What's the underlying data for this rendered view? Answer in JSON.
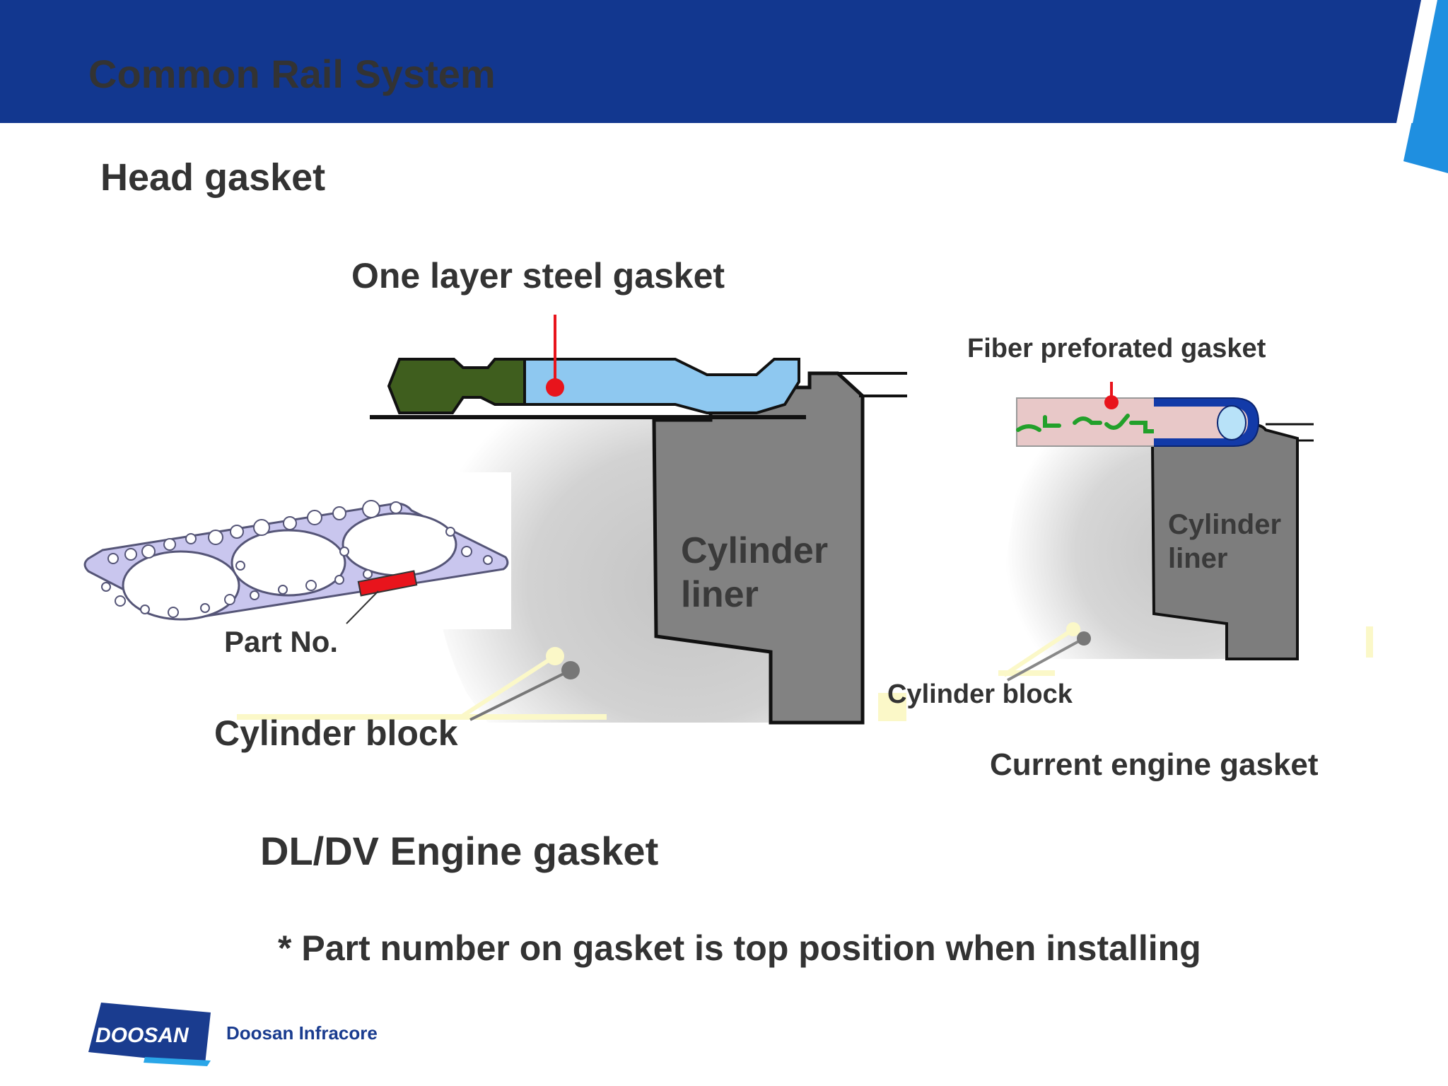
{
  "header": {
    "title": "Common Rail System"
  },
  "slide": {
    "subtitle": "Head gasket",
    "left_diagram": {
      "gasket_label": "One layer steel gasket",
      "liner_label": "Cylinder\nliner",
      "part_no_label": "Part No.",
      "block_label": "Cylinder block",
      "caption": "DL/DV Engine gasket"
    },
    "right_diagram": {
      "gasket_label": "Fiber preforated gasket",
      "liner_label": "Cylinder\nliner",
      "block_label": "Cylinder block",
      "caption": "Current engine gasket"
    },
    "note": "* Part number on gasket is top position when installing"
  },
  "footer": {
    "logo_text": "DOOSAN",
    "company": "Doosan Infracore"
  },
  "colors": {
    "header_blue": "#12378f",
    "accent_light_blue": "#1f8fe0",
    "steel_gasket_blue": "#8ec8f0",
    "gasket_green": "#3f5e1e",
    "liner_gray": "#808080",
    "block_gray": "#cfcfcf",
    "marker_red": "#e8141c",
    "fiber_pink": "#e8c8c8",
    "fiber_wave_green": "#22a02a",
    "ring_blue": "#123aa8",
    "head_gasket_lavender": "#c9c6ee"
  }
}
